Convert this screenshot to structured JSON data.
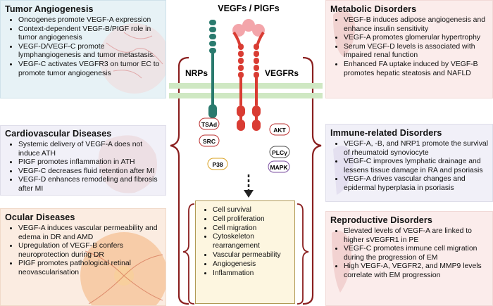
{
  "left_panels": {
    "tumor": {
      "title": "Tumor Angiogenesis",
      "items": [
        "Oncogenes promote VEGF-A expression",
        "Context-dependent VEGF-B/PIGF role in tumor angiogenesis",
        "VEGF-D/VEGF-C promote lymphangiogenesis and tumor metastasis.",
        "VEGF-C activates VEGFR3 on tumor EC to promote tumor angiogenesis"
      ]
    },
    "cardio": {
      "title": "Cardiovascular Diseases",
      "items": [
        "Systemic delivery of VEGF-A does not induce ATH",
        "PIGF promotes inflammation in ATH",
        "VEGF-C decreases fluid retention after MI",
        "VEGF-D enhances remodeling and fibrosis after MI"
      ]
    },
    "ocular": {
      "title": "Ocular Diseases",
      "items": [
        "VEGF-A induces vascular permeability and edema in DR and AMD",
        "Upregulation of VEGF-B confers neuroprotection during DR",
        "PIGF promotes pathological retinal neovascularisation"
      ]
    }
  },
  "right_panels": {
    "metabolic": {
      "title": "Metabolic Disorders",
      "items": [
        "VEGF-B induces adipose angiogenesis and enhance insulin sensitivity",
        "VEGF-A promotes glomerular hypertrophy",
        "Serum VEGF-D levels is associated with impaired renal function",
        "Enhanced FA uptake induced by VEGF-B promotes hepatic steatosis and NAFLD"
      ]
    },
    "immune": {
      "title": "Immune-related Disorders",
      "items": [
        "VEGF-A, -B, and NRP1 promote the survival of rheumatoid synoviocyte",
        "VEGF-C improves lymphatic drainage and lessens tissue damage in RA and psoriasis",
        "VEGF-A drives vascular changes and epidermal hyperplasia in psoriasis"
      ]
    },
    "reproductive": {
      "title": "Reproductive Disorders",
      "items": [
        "Elevated levels of VEGF-A are linked to higher sVEGFR1 in PE",
        "VEGF-C promotes immune cell migration during the progression of EM",
        "High VEGF-A, VEGFR2, and MMP9 levels correlate with EM progression"
      ]
    }
  },
  "center": {
    "ligand_label": "VEGFs / PlGFs",
    "coreceptor_label": "NRPs",
    "receptor_label": "VEGFRs",
    "signaling_nodes": [
      "TSAd",
      "SRC",
      "P38",
      "AKT",
      "PLCγ",
      "MAPK"
    ],
    "outcomes": [
      "Cell survival",
      "Cell proliferation",
      "Cell migration",
      "Cytoskeleton rearrangement",
      "Vascular permeability",
      "Angiogenesis",
      "Inflammation"
    ]
  },
  "colors": {
    "receptor_red": "#d93c33",
    "coreceptor_teal": "#2a7a6e",
    "membrane_green": "#cfe8c3",
    "bracket_maroon": "#8a1f1f",
    "outcome_border": "#b19a55",
    "outcome_fill": "#fdf6e0"
  }
}
